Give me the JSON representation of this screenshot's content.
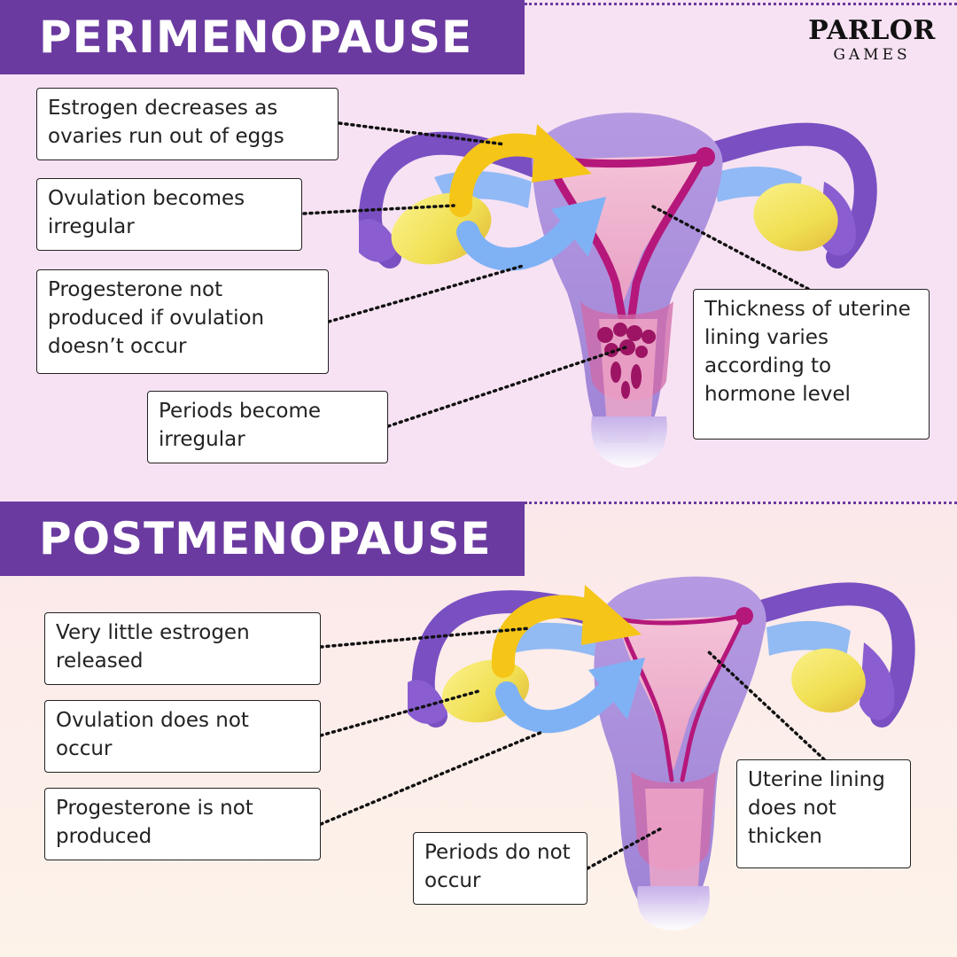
{
  "sections": {
    "top_title": "PERIMENOPAUSE",
    "bottom_title": "POSTMENOPAUSE"
  },
  "logo": {
    "line1": "PARLOR",
    "line2": "GAMES"
  },
  "labels": {
    "top": {
      "estrogen": "Estrogen decreases as ovaries run out of eggs",
      "ovulation": "Ovulation becomes irregular",
      "progesterone": "Progesterone not produced if ovulation doesn’t occur",
      "periods": "Periods become irregular",
      "lining": "Thickness of uterine lining varies according to hormone level"
    },
    "bottom": {
      "estrogen": "Very little estrogen released",
      "ovulation": "Ovulation does not occur",
      "progesterone": "Progesterone is not produced",
      "periods": "Periods do not occur",
      "lining": "Uterine lining does not thicken"
    }
  },
  "colors": {
    "banner": "#6b3aa0",
    "uterus": "#a98cd9",
    "lining": "#b5187a",
    "ovary": "#f0df52",
    "estrogen_arrow": "#f5c518",
    "progesterone_arrow": "#7fb2f5",
    "tube": "#7a4fc2"
  }
}
